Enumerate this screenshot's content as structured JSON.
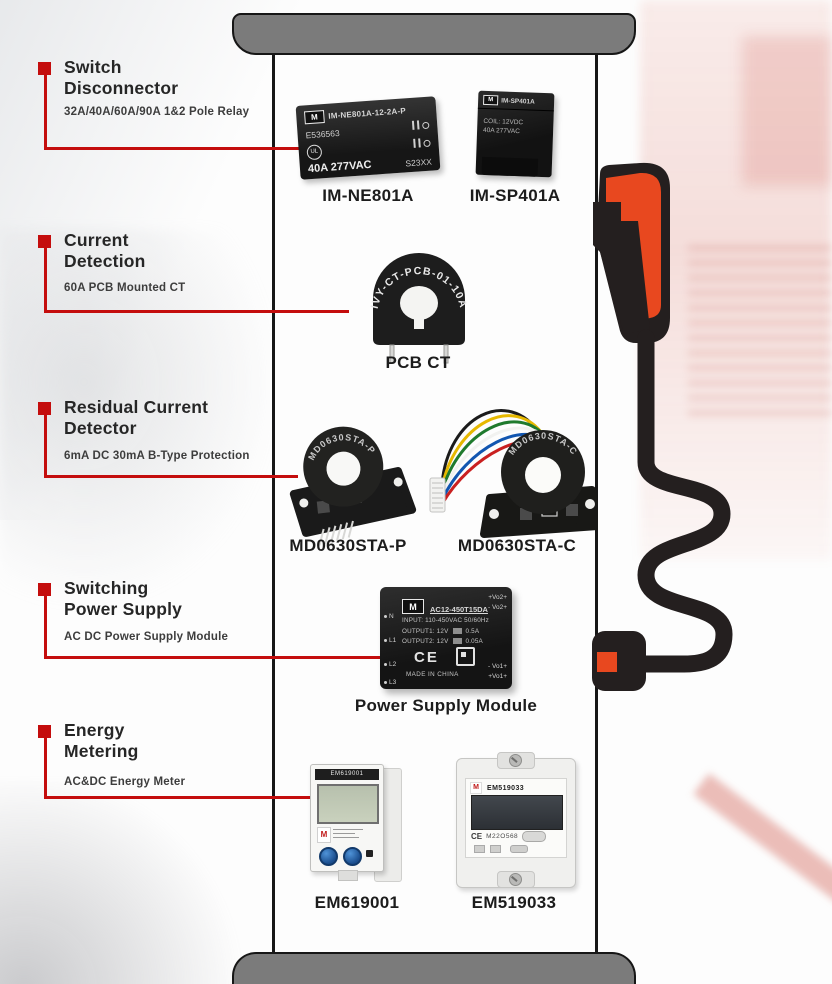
{
  "sections": [
    {
      "title_line1": "Switch",
      "title_line2": "Disconnector",
      "subtitle": "32A/40A/60A/90A 1&2 Pole Relay"
    },
    {
      "title_line1": "Current",
      "title_line2": "Detection",
      "subtitle": "60A PCB Mounted CT"
    },
    {
      "title_line1": "Residual Current",
      "title_line2": "Detector",
      "subtitle": "6mA DC 30mA B-Type Protection"
    },
    {
      "title_line1": "Switching",
      "title_line2": "Power Supply",
      "subtitle": "AC DC Power Supply Module"
    },
    {
      "title_line1": "Energy",
      "title_line2": "Metering",
      "subtitle": "AC&DC Energy Meter"
    }
  ],
  "products": {
    "relay_ne801a": {
      "name": "IM-NE801A",
      "logo": "M",
      "model_marking": "IM-NE801A-12-2A-P",
      "cert": "E536563",
      "ul": "UL",
      "rating": "40A 277VAC",
      "code": "S23XX"
    },
    "relay_sp401a": {
      "name": "IM-SP401A",
      "logo": "M",
      "marking": "IM-SP401A",
      "coil": "COIL: 12VDC",
      "rating": "40A 277VAC"
    },
    "pcb_ct": {
      "name": "PCB CT",
      "marking": "IVY-CT-PCB-01-10A"
    },
    "rcd_p": {
      "name": "MD0630STA-P",
      "marking": "MD0630STA-P"
    },
    "rcd_c": {
      "name": "MD0630STA-C",
      "marking": "MD0630STA-C"
    },
    "psu": {
      "name": "Power Supply Module",
      "logo": "M",
      "model": "AC12-450T15DA",
      "input": "INPUT: 110-450VAC  50/60Hz",
      "output1_label": "OUTPUT1: 12V",
      "output1_amp": "0.5A",
      "output2_label": "OUTPUT2: 12V",
      "output2_amp": "0.05A",
      "ce": "CE",
      "made_in": "MADE IN CHINA",
      "pin_n": "N",
      "pin_l1": "L1",
      "pin_l2": "L2",
      "pin_l3": "L3",
      "vo2_plus": "+Vo2+",
      "vo2_minus": "- Vo2+",
      "vo1_minus": "- Vo1+",
      "vo1_plus": "+Vo1+"
    },
    "meter_em619001": {
      "name": "EM619001",
      "top_label": "EM619001",
      "logo": "M"
    },
    "meter_em519033": {
      "name": "EM519033",
      "face_label": "EM519033",
      "logo": "M",
      "ce": "CE",
      "serial": "M22O568"
    }
  },
  "colors": {
    "accent_red": "#c40d0d",
    "connector_orange": "#e8481f",
    "cable_black": "#241f1f",
    "cap_gray": "#7b7b7b"
  }
}
